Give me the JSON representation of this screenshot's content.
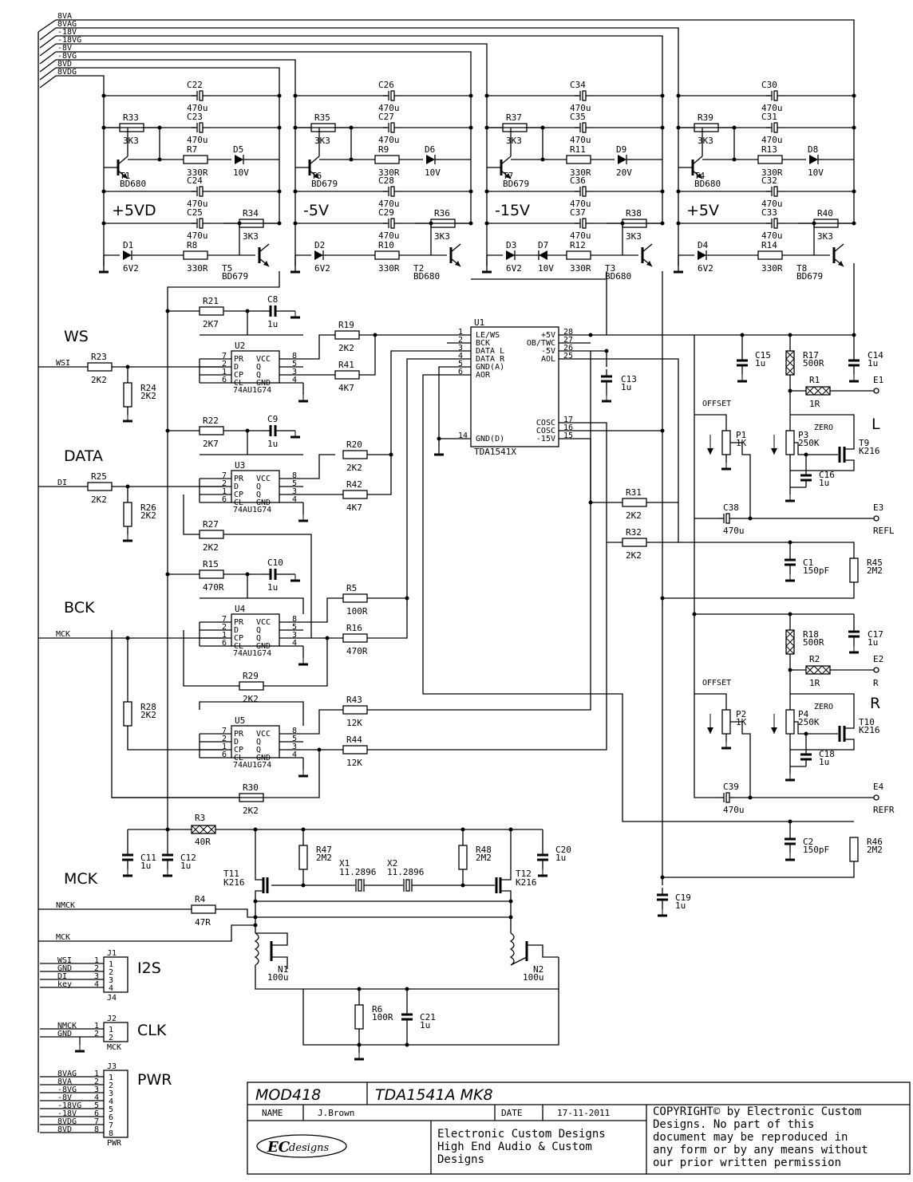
{
  "rails": [
    "8VA",
    "8VAG",
    "-18V",
    "-18VG",
    "-8V",
    "-8VG",
    "8VD",
    "8VDG"
  ],
  "regulators": [
    {
      "label": "+5VD",
      "t1": "T1",
      "t1v": "BD680",
      "t2": "T5",
      "t2v": "BD679",
      "c_a": "C22",
      "c_b": "C23",
      "c_c": "C24",
      "c_d": "C25",
      "r_a": "R33",
      "r_b": "R7",
      "r_c": "R34",
      "r_d": "R8",
      "d_a": "D5",
      "d_av": "10V",
      "d_b": "D1",
      "d_bv": "6V2"
    },
    {
      "label": "-5V",
      "t1": "T6",
      "t1v": "BD679",
      "t2": "T2",
      "t2v": "BD680",
      "c_a": "C26",
      "c_b": "C27",
      "c_c": "C28",
      "c_d": "C29",
      "r_a": "R35",
      "r_b": "R9",
      "r_c": "R36",
      "r_d": "R10",
      "d_a": "D6",
      "d_av": "10V",
      "d_b": "D2",
      "d_bv": "6V2"
    },
    {
      "label": "-15V",
      "t1": "T7",
      "t1v": "BD679",
      "t2": "T3",
      "t2v": "BD680",
      "c_a": "C34",
      "c_b": "C35",
      "c_c": "C36",
      "c_d": "C37",
      "r_a": "R37",
      "r_b": "R11",
      "r_c": "R38",
      "r_d": "R12",
      "d_a": "D9",
      "d_av": "20V",
      "d_b": "D3",
      "d_bv": "6V2"
    },
    {
      "label": "+5V",
      "t1": "T4",
      "t1v": "BD680",
      "t2": "T8",
      "t2v": "BD679",
      "c_a": "C30",
      "c_b": "C31",
      "c_c": "C32",
      "c_d": "C33",
      "r_a": "R39",
      "r_b": "R13",
      "r_c": "R40",
      "r_d": "R14",
      "d_a": "D8",
      "d_av": "10V",
      "d_b": "D4",
      "d_bv": "6V2"
    }
  ],
  "reg_values": {
    "cap": "470u",
    "r_top": "3K3",
    "r_mid": "330R",
    "r_bot": "3K3",
    "r_low": "330R",
    "d7": "D7",
    "d7v": "10V"
  },
  "sections": {
    "ws": "WS",
    "data": "DATA",
    "bck": "BCK",
    "mck": "MCK"
  },
  "nets": {
    "wsi": "WSI",
    "di": "DI",
    "mck": "MCK",
    "nmck": "NMCK"
  },
  "gates": {
    "u2": "U2",
    "u3": "U3",
    "u4": "U4",
    "u5": "U5",
    "part": "74AU1G74",
    "pins": [
      "PR",
      "D",
      "CP",
      "CL",
      "VCC",
      "Q",
      "Q",
      "GND"
    ],
    "pinnums_l": [
      "7",
      "2",
      "1",
      "6"
    ],
    "pinnums_r": [
      "8",
      "5",
      "3",
      "4"
    ]
  },
  "passives": {
    "r21": "R21",
    "r21v": "2K7",
    "c8": "C8",
    "c8v": "1u",
    "r19": "R19",
    "r19v": "2K2",
    "r41": "R41",
    "r41v": "4K7",
    "r23": "R23",
    "r23v": "2K2",
    "r24": "R24",
    "r24v": "2K2",
    "r22": "R22",
    "r22v": "2K7",
    "c9": "C9",
    "c9v": "1u",
    "r20": "R20",
    "r20v": "2K2",
    "r42": "R42",
    "r42v": "4K7",
    "r25": "R25",
    "r25v": "2K2",
    "r26": "R26",
    "r26v": "2K2",
    "r27": "R27",
    "r27v": "2K2",
    "r15": "R15",
    "r15v": "470R",
    "c10": "C10",
    "c10v": "1u",
    "r5": "R5",
    "r5v": "100R",
    "r16": "R16",
    "r16v": "470R",
    "r29": "R29",
    "r29v": "2K2",
    "r28": "R28",
    "r28v": "2K2",
    "r43": "R43",
    "r43v": "12K",
    "r44": "R44",
    "r44v": "12K",
    "r30": "R30",
    "r30v": "2K2",
    "r3": "R3",
    "r3v": "40R",
    "c11": "C11",
    "c11v": "1u",
    "c12": "C12",
    "c12v": "1u",
    "r47": "R47",
    "r47v": "2M2",
    "r48": "R48",
    "r48v": "2M2",
    "x1": "X1",
    "x1v": "11.2896",
    "x2": "X2",
    "x2v": "11.2896",
    "c20": "C20",
    "c20v": "1u",
    "t11": "T11",
    "t11v": "K216",
    "t12": "T12",
    "t12v": "K216",
    "r4": "R4",
    "r4v": "47R",
    "n1": "N1",
    "n1v": "100u",
    "n2": "N2",
    "n2v": "100u",
    "r6": "R6",
    "r6v": "100R",
    "c21": "C21",
    "c21v": "1u",
    "c13": "C13",
    "c13v": "1u",
    "c15": "C15",
    "c15v": "1u",
    "c14": "C14",
    "c14v": "1u",
    "r17": "R17",
    "r17v": "500R",
    "r1": "R1",
    "r1v": "1R",
    "p1": "P1",
    "p1v": "1K",
    "p3": "P3",
    "p3v": "250K",
    "t9": "T9",
    "t9v": "K216",
    "c16": "C16",
    "c16v": "1u",
    "r31": "R31",
    "r31v": "2K2",
    "r32": "R32",
    "r32v": "2K2",
    "c38": "C38",
    "c38v": "470u",
    "c1": "C1",
    "c1v": "150pF",
    "r45": "R45",
    "r45v": "2M2",
    "c17": "C17",
    "c17v": "1u",
    "r18": "R18",
    "r18v": "500R",
    "r2": "R2",
    "r2v": "1R",
    "p2": "P2",
    "p2v": "1K",
    "p4": "P4",
    "p4v": "250K",
    "t10": "T10",
    "t10v": "K216",
    "c18": "C18",
    "c18v": "1u",
    "c39": "C39",
    "c39v": "470u",
    "c2": "C2",
    "c2v": "150pF",
    "r46": "R46",
    "r46v": "2M2",
    "c19": "C19",
    "c19v": "1u",
    "offset": "OFFSET",
    "zero": "ZERO"
  },
  "outputs": {
    "e1": "E1",
    "l": "L",
    "e3": "E3",
    "refl": "REFL",
    "e2": "E2",
    "r": "R",
    "e4": "E4",
    "refr": "REFR"
  },
  "dac": {
    "name": "U1",
    "part": "TDA1541X",
    "left_pins": [
      {
        "n": "1",
        "s": "LE/WS"
      },
      {
        "n": "2",
        "s": "BCK"
      },
      {
        "n": "3",
        "s": "DATA L"
      },
      {
        "n": "4",
        "s": "DATA R"
      },
      {
        "n": "5",
        "s": "GND(A)"
      },
      {
        "n": "6",
        "s": "AOR"
      },
      {
        "n": "14",
        "s": "GND(D)"
      }
    ],
    "right_pins": [
      {
        "n": "28",
        "s": "+5V"
      },
      {
        "n": "27",
        "s": "OB/TWC"
      },
      {
        "n": "26",
        "s": "-5V"
      },
      {
        "n": "25",
        "s": "AOL"
      },
      {
        "n": "17",
        "s": "COSC"
      },
      {
        "n": "16",
        "s": "COSC"
      },
      {
        "n": "15",
        "s": "-15V"
      }
    ]
  },
  "connectors": {
    "j1": {
      "ref": "J1",
      "ref2": "J4",
      "title": "I2S",
      "pins": [
        "WSI",
        "GND",
        "DI",
        "key"
      ]
    },
    "j2": {
      "ref": "J2",
      "ref2": "MCK",
      "title": "CLK",
      "pins": [
        "NMCK",
        "GND"
      ]
    },
    "j3": {
      "ref": "J3",
      "ref2": "PWR",
      "title": "PWR",
      "pins": [
        "8VAG",
        "8VA",
        "-8VG",
        "-8V",
        "-18VG",
        "-18V",
        "8VDG",
        "8VD"
      ]
    }
  },
  "titleblock": {
    "module": "MOD418",
    "title": "TDA1541A MK8",
    "name_label": "NAME",
    "name": "J.Brown",
    "date_label": "DATE",
    "date": "17-11-2011",
    "copyright": [
      "COPYRIGHT© by Electronic Custom",
      "Designs. No part of this",
      "document may be reproduced in",
      "any form or by any means without",
      "our prior written permission"
    ],
    "company": [
      "Electronic Custom Designs",
      "High End Audio  &  Custom",
      "Designs"
    ],
    "logo": "ECdesigns"
  }
}
